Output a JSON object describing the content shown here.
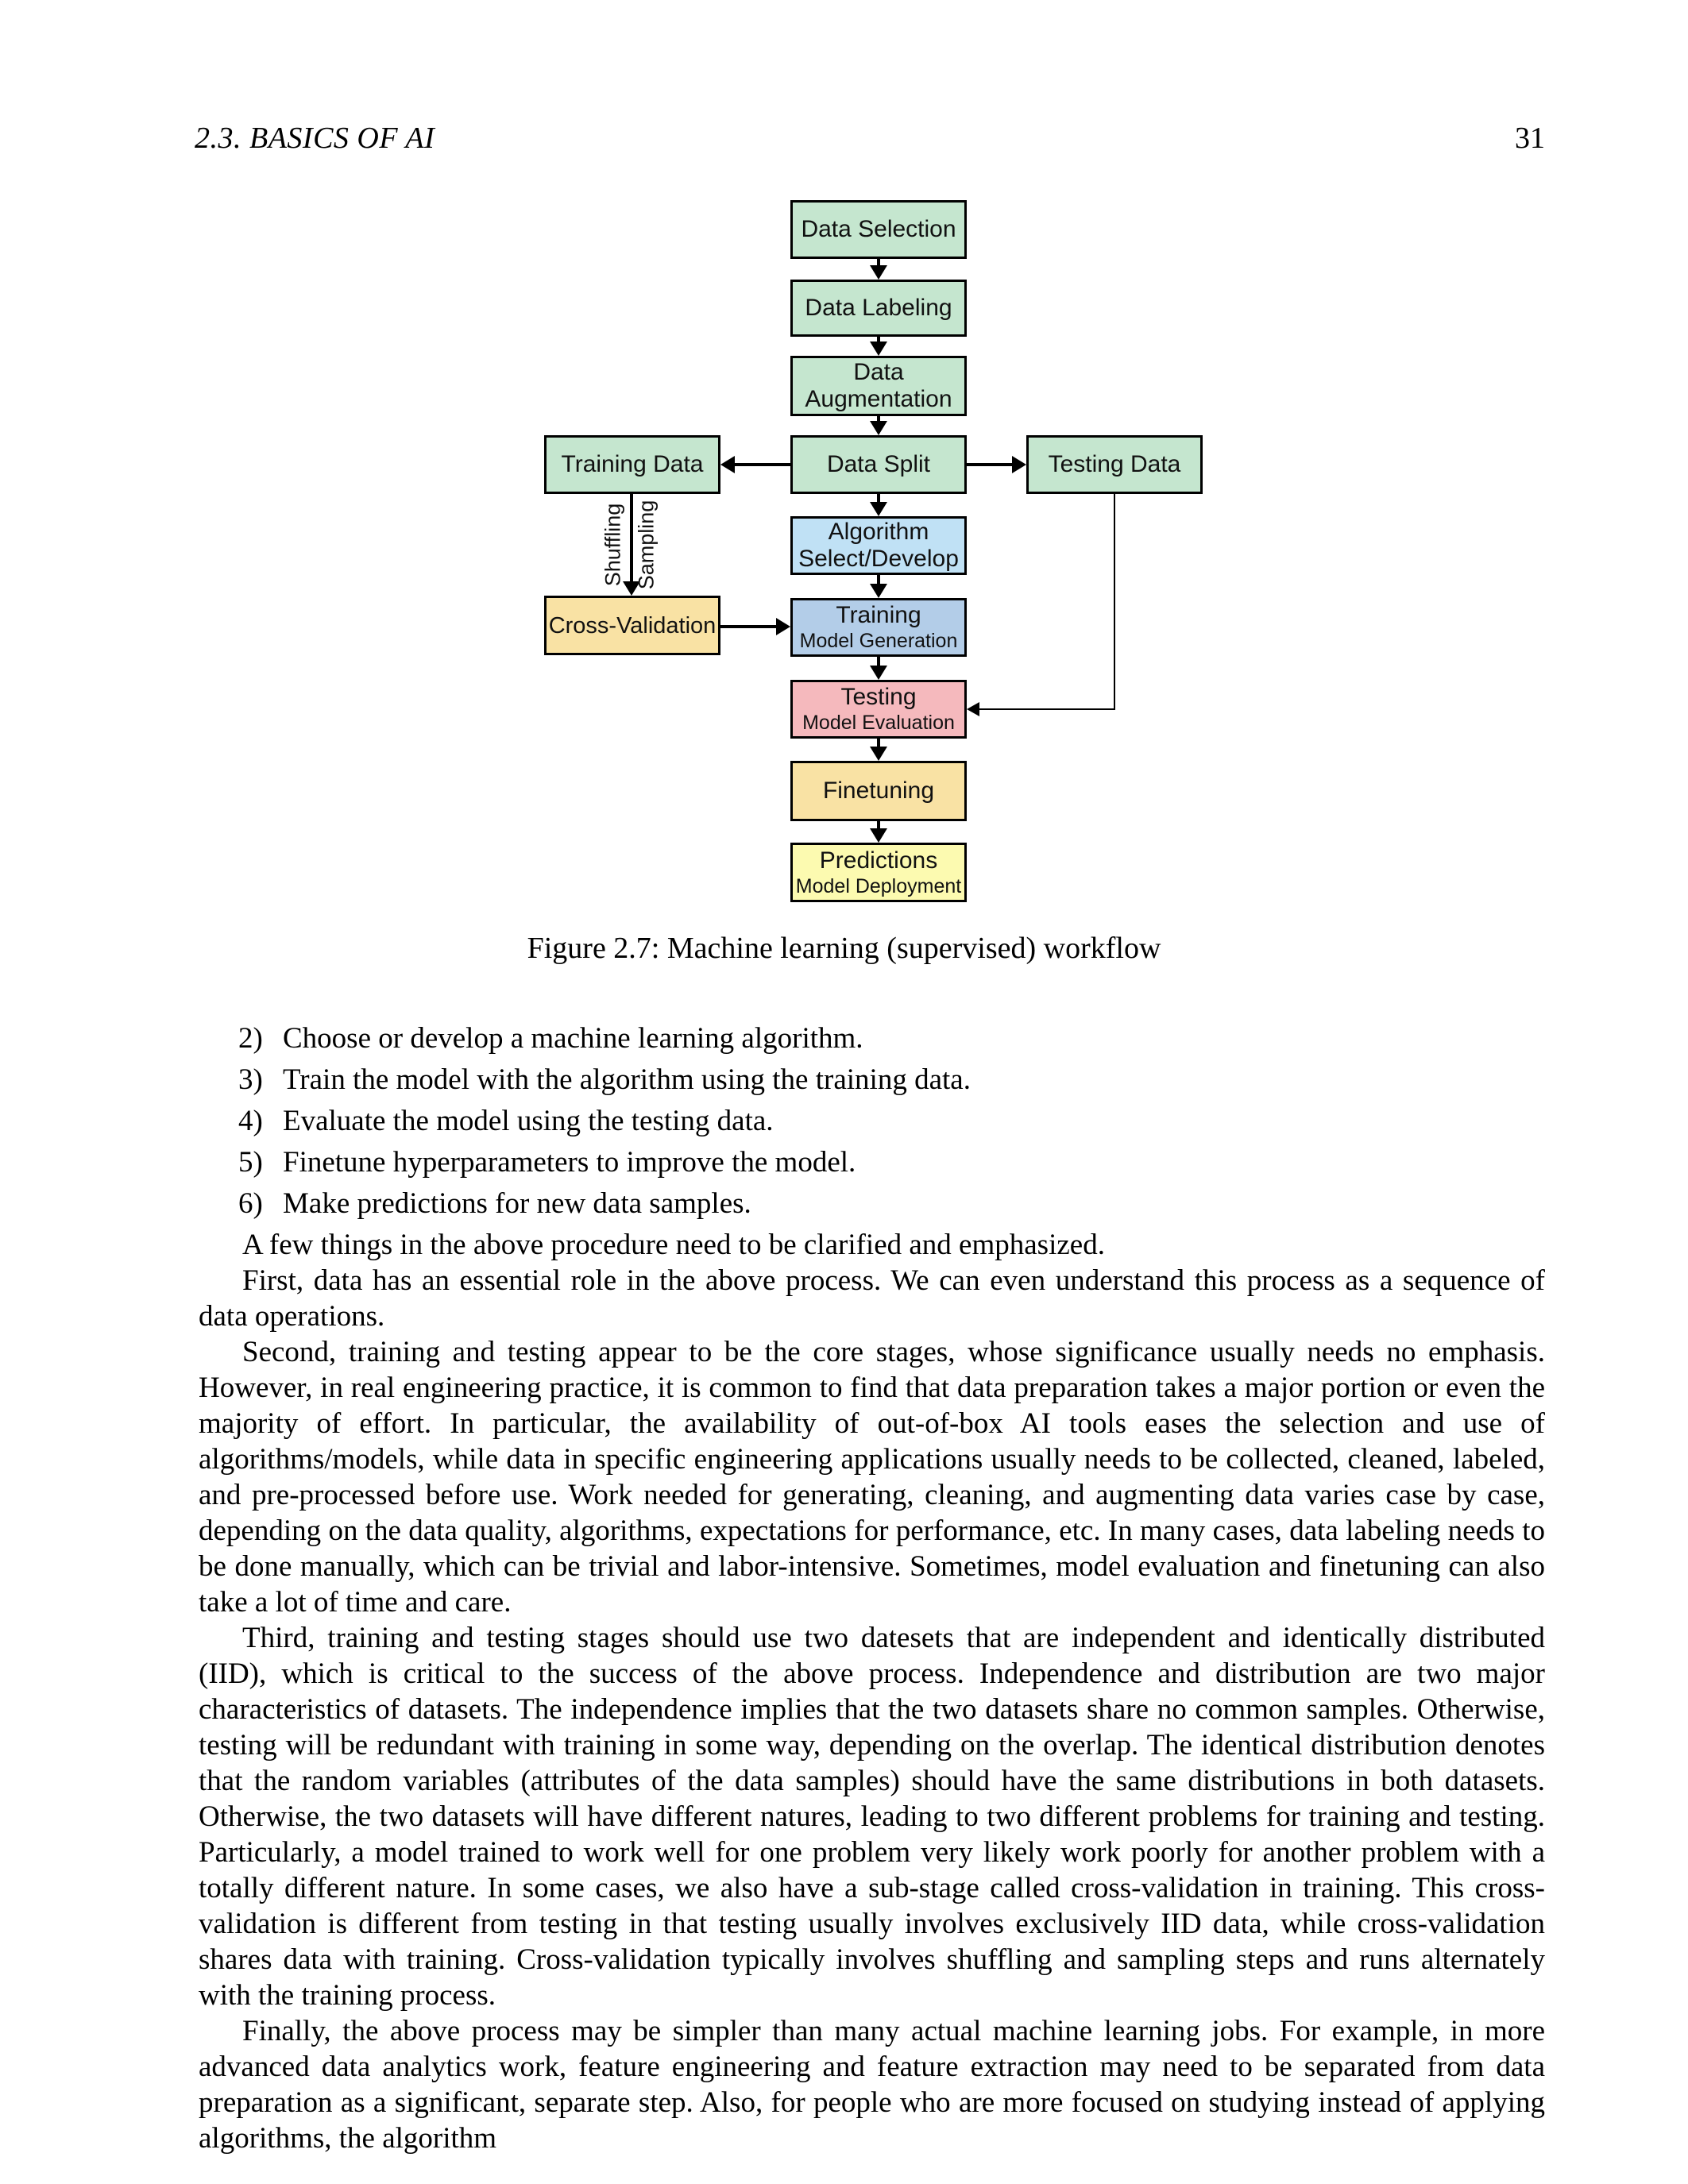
{
  "header": {
    "section": "2.3.  BASICS OF AI",
    "page_number": "31"
  },
  "figure": {
    "caption": "Figure 2.7: Machine learning (supervised) workflow",
    "colors": {
      "green": "#c5e6cf",
      "blue_light": "#c0e1f5",
      "blue_steel": "#b3cde8",
      "pink": "#f5b9bd",
      "wheat": "#f9e2a4",
      "yellow_pale": "#fcfab0"
    },
    "nodes": {
      "data_selection": {
        "label": "Data Selection"
      },
      "data_labeling": {
        "label": "Data Labeling"
      },
      "data_augmentation": {
        "line1": "Data",
        "line2": "Augmentation"
      },
      "data_split": {
        "label": "Data Split"
      },
      "training_data": {
        "label": "Training Data"
      },
      "testing_data": {
        "label": "Testing Data"
      },
      "algorithm": {
        "line1": "Algorithm",
        "line2": "Select/Develop"
      },
      "training": {
        "line1": "Training",
        "line2": "Model Generation"
      },
      "cross_validation": {
        "label": "Cross-Validation"
      },
      "testing": {
        "line1": "Testing",
        "line2": "Model Evaluation"
      },
      "finetuning": {
        "label": "Finetuning"
      },
      "predictions": {
        "line1": "Predictions",
        "line2": "Model Deployment"
      }
    },
    "edge_labels": {
      "shuffling": "Shuffling",
      "sampling": "Sampling"
    }
  },
  "list": {
    "items": [
      {
        "num": "2)",
        "text": "Choose or develop a machine learning algorithm."
      },
      {
        "num": "3)",
        "text": "Train the model with the algorithm using the training data."
      },
      {
        "num": "4)",
        "text": "Evaluate the model using the testing data."
      },
      {
        "num": "5)",
        "text": "Finetune hyperparameters to improve the model."
      },
      {
        "num": "6)",
        "text": "Make predictions for new data samples."
      }
    ]
  },
  "paragraphs": {
    "p1": "A few things in the above procedure need to be clarified and emphasized.",
    "p2": "First, data has an essential role in the above process.  We can even understand this process as a sequence of data operations.",
    "p3": "Second, training and testing appear to be the core stages, whose significance usually needs no emphasis. However, in real engineering practice, it is common to find that data preparation takes a major portion or even the majority of effort. In particular, the availability of out-of-box AI tools eases the selection and use of algorithms/models, while data in specific engineering applications usually needs to be collected, cleaned, labeled, and pre-processed before use. Work needed for generating, cleaning, and augmenting data varies case by case, depending on the data quality, algorithms, expectations for performance, etc. In many cases, data labeling needs to be done manually, which can be trivial and labor-intensive. Sometimes, model evaluation and finetuning can also take a lot of time and care.",
    "p4": "Third, training and testing stages should use two datesets that are independent and identically distributed (IID), which is critical to the success of the above process. Independence and distribution are two major characteristics of datasets. The independence implies that the two datasets share no common samples. Otherwise, testing will be redundant with training in some way, depending on the overlap. The identical distribution denotes that the random variables (attributes of the data samples) should have the same distributions in both datasets. Otherwise, the two datasets will have different natures, leading to two different problems for training and testing. Particularly, a model trained to work well for one problem very likely work poorly for another problem with a totally different nature. In some cases, we also have a sub-stage called cross-validation in training. This cross-validation is different from testing in that testing usually involves exclusively IID data, while cross-validation shares data with training. Cross-validation typically involves shuffling and sampling steps and runs alternately with the training process.",
    "p5": "Finally, the above process may be simpler than many actual machine learning jobs. For example, in more advanced data analytics work, feature engineering and feature extraction may need to be separated from data preparation as a significant, separate step. Also, for people who are more focused on studying instead of applying algorithms, the algorithm"
  }
}
